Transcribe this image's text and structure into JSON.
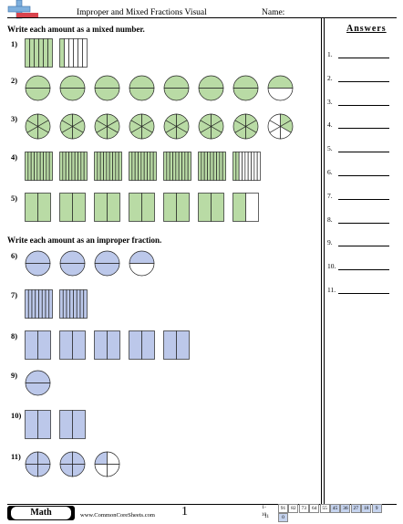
{
  "header": {
    "title": "Improper and Mixed Fractions Visual",
    "name_label": "Name:"
  },
  "answers": {
    "heading": "Answers",
    "items": [
      "1.",
      "2.",
      "3.",
      "4.",
      "5.",
      "6.",
      "7.",
      "8.",
      "9.",
      "10.",
      "11."
    ]
  },
  "section1": {
    "instruction": "Write each amount as a mixed number.",
    "color": "#b9dba5",
    "problems": [
      {
        "label": "1)",
        "shape": "rect",
        "parts": 6,
        "shaded": [
          6,
          1
        ]
      },
      {
        "label": "2)",
        "shape": "circle",
        "parts": 2,
        "shaded": [
          2,
          2,
          2,
          2,
          2,
          2,
          2,
          1
        ]
      },
      {
        "label": "3)",
        "shape": "circle",
        "parts": 6,
        "shaded": [
          6,
          6,
          6,
          6,
          6,
          6,
          6,
          2
        ]
      },
      {
        "label": "4)",
        "shape": "rect",
        "parts": 9,
        "shaded": [
          9,
          9,
          9,
          9,
          9,
          9,
          2
        ]
      },
      {
        "label": "5)",
        "shape": "rect",
        "parts": 2,
        "shaded": [
          2,
          2,
          2,
          2,
          2,
          2,
          1
        ]
      }
    ]
  },
  "section2": {
    "instruction": "Write each amount as an improper fraction.",
    "color": "#bcc8ea",
    "problems": [
      {
        "label": "6)",
        "shape": "circle",
        "parts": 2,
        "shaded": [
          2,
          2,
          2,
          1
        ]
      },
      {
        "label": "7)",
        "shape": "rect",
        "parts": 8,
        "shaded": [
          8,
          8
        ]
      },
      {
        "label": "8)",
        "shape": "rect",
        "parts": 2,
        "shaded": [
          2,
          2,
          2,
          2,
          2
        ]
      },
      {
        "label": "9)",
        "shape": "circle",
        "parts": 2,
        "shaded": [
          2
        ]
      },
      {
        "label": "10)",
        "shape": "rect",
        "parts": 2,
        "shaded": [
          2,
          2
        ]
      },
      {
        "label": "11)",
        "shape": "circle",
        "parts": 4,
        "shaded": [
          4,
          4,
          1
        ]
      }
    ]
  },
  "footer": {
    "badge": "Math",
    "site": "www.CommonCoreSheets.com",
    "page": "1",
    "score_row1": [
      "1-10",
      "91",
      "82",
      "73",
      "64",
      "55",
      "45",
      "36",
      "27",
      "18",
      "9"
    ],
    "score_row2": [
      "11",
      "0"
    ]
  }
}
